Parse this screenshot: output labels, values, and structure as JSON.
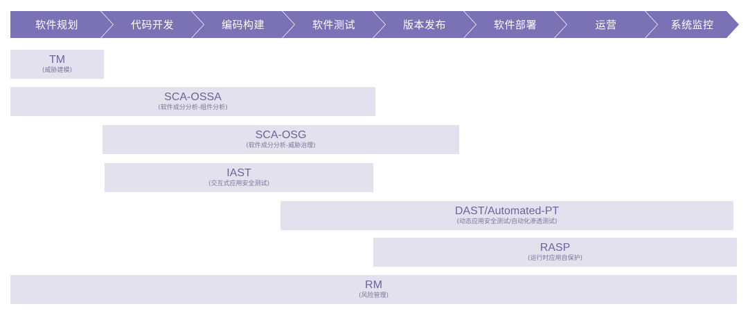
{
  "phases": [
    "软件规划",
    "代码开发",
    "编码构建",
    "软件测试",
    "版本发布",
    "软件部署",
    "运营",
    "系统监控"
  ],
  "tools": [
    {
      "name": "TM",
      "desc": "(威胁建模)"
    },
    {
      "name": "SCA-OSSA",
      "desc": "(软件成分分析-组件分析)"
    },
    {
      "name": "SCA-OSG",
      "desc": "(软件成分分析-威胁治理)"
    },
    {
      "name": "IAST",
      "desc": "(交互式应用安全测试)"
    },
    {
      "name": "DAST/Automated-PT",
      "desc": "(动态应用安全测试/自动化渗透测试)"
    },
    {
      "name": "RASP",
      "desc": "(运行时应用自保护)"
    },
    {
      "name": "RM",
      "desc": "(风险管理)"
    }
  ],
  "colors": {
    "phase_fill": "#7a72b4",
    "bar_fill": "#e3e1ee",
    "bar_text": "#6a6498"
  }
}
